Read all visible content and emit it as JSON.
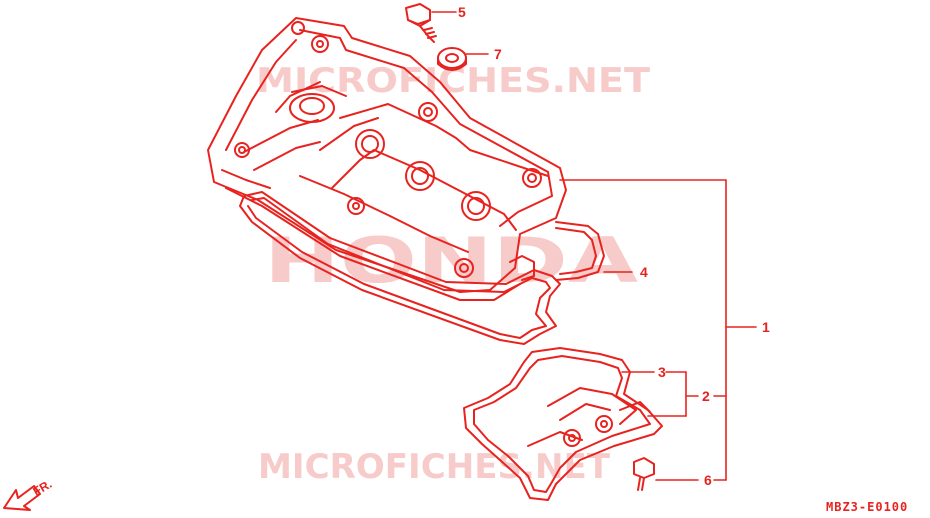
{
  "colors": {
    "line": "#e8231f",
    "watermark": "#f6c9c7",
    "background": "#ffffff"
  },
  "watermarks": {
    "top": "MICROFICHES.NET",
    "center": "HONDA",
    "bottom": "MICROFICHES.NET"
  },
  "callouts": [
    {
      "id": "5",
      "label": "5"
    },
    {
      "id": "7",
      "label": "7"
    },
    {
      "id": "4",
      "label": "4"
    },
    {
      "id": "1",
      "label": "1"
    },
    {
      "id": "3",
      "label": "3"
    },
    {
      "id": "2",
      "label": "2"
    },
    {
      "id": "6",
      "label": "6"
    }
  ],
  "direction": {
    "label": "FR.",
    "icon": "front-direction-arrow-icon"
  },
  "diagram_code": "MBZ3-E0100"
}
